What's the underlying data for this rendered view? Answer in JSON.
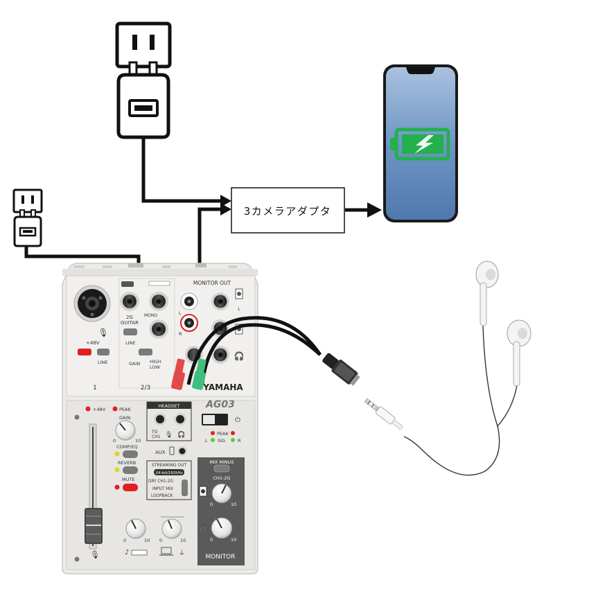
{
  "adapter": {
    "label": "3カメラアダプタ"
  },
  "mixer": {
    "brand": "YAMAHA",
    "model": "AG03",
    "monitor_out": "MONITOR OUT",
    "ch1": "1",
    "ch23": "2/3",
    "phantom": "+48V",
    "line": "LINE",
    "guitar": "2G\nGUITAR",
    "mono": "MONO",
    "l": "L",
    "r": "R",
    "gain_high": "HIGH",
    "gain_low": "LOW",
    "gain_label": "GAIN",
    "headset": "HEADSET",
    "to_ch1": "TO\nCH1",
    "peak": "PEAK",
    "sig": "SIG",
    "comp_eq": "COMP/EQ",
    "reverb": "REVERB",
    "mute": "MUTE",
    "aux": "AUX",
    "streaming_out": "STREAMING OUT",
    "bitrate": "24-bit/192kHz",
    "dry": "DRY CH1-2G",
    "input_mix": "INPUT MIX",
    "loopback": "LOOPBACK",
    "mix_minus": "MIX MINUS",
    "ch1_2g": "CH1-2G",
    "monitor": "MONITOR",
    "knob_min": "0",
    "knob_max": "10"
  },
  "colors": {
    "line": "#111111",
    "mixer_body": "#ecebe8",
    "mixer_panel": "#d9d8d5",
    "phone_screen": "#6f96c4",
    "battery": "#22b14c",
    "plug_red": "#e14a4a",
    "plug_green": "#3fbf7f",
    "led_red": "#e02020",
    "led_yellow": "#e8d21a",
    "led_green": "#5ec93b"
  }
}
